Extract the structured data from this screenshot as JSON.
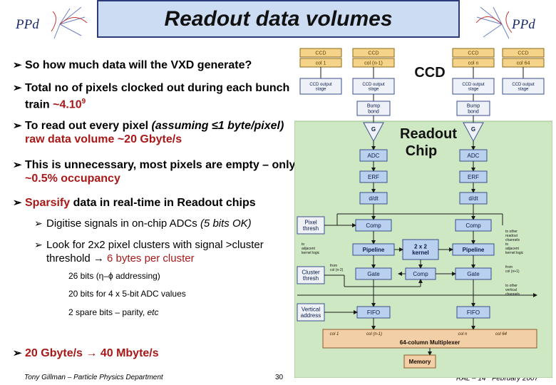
{
  "header": {
    "title": "Readout data volumes",
    "logo_text": "PPd"
  },
  "bullets": [
    {
      "parts": [
        {
          "t": "So how much data will the VXD generate?"
        }
      ]
    },
    {
      "parts": [
        {
          "t": "Total no of pixels clocked out during each bunch train "
        },
        {
          "t": "~4.10",
          "c": "red"
        },
        {
          "t": "9",
          "c": "red",
          "sup": true
        }
      ]
    },
    {
      "parts": [
        {
          "t": "To read out every pixel "
        },
        {
          "t": "(assuming ≤1 byte/pixel)",
          "c": "it"
        },
        {
          "t": " raw data volume ~20 Gbyte/s",
          "c": "red"
        }
      ]
    },
    {
      "parts": [
        {
          "t": "This is unnecessary, most pixels are empty – only "
        },
        {
          "t": "~0.5% occupancy",
          "c": "red"
        }
      ]
    },
    {
      "parts": [
        {
          "t": "Sparsify",
          "c": "red"
        },
        {
          "t": " data in real-time in Readout chips"
        }
      ]
    },
    {
      "parts": [
        {
          "t": "20 Gbyte/s → 40 Mbyte/s",
          "c": "red"
        }
      ]
    }
  ],
  "sub_bullets": [
    {
      "parts": [
        {
          "t": "Digitise signals in on-chip ADCs "
        },
        {
          "t": "(5 bits OK)",
          "c": "it"
        }
      ]
    },
    {
      "parts": [
        {
          "t": "Look for 2x2 pixel clusters with signal >cluster threshold → "
        },
        {
          "t": "6 bytes per cluster",
          "c": "red"
        }
      ]
    }
  ],
  "notes": [
    {
      "parts": [
        {
          "t": "26 bits (η–ϕ addressing)"
        }
      ]
    },
    {
      "parts": [
        {
          "t": "20 bits for 4 x 5-bit ADC values"
        }
      ]
    },
    {
      "parts": [
        {
          "t": "2 spare bits – parity, "
        },
        {
          "t": "etc",
          "c": "it"
        }
      ]
    }
  ],
  "footer": {
    "author": "Tony Gillman – Particle Physics Department",
    "page": "30",
    "date_prefix": "RAL – 14",
    "date_sup": "th",
    "date_suffix": " February 2007"
  },
  "diagram": {
    "ccd_label": "CCD",
    "chip_label": "Readout Chip",
    "chip_label_line1": "Readout",
    "chip_label_line2": "Chip",
    "ccd_cols": [
      {
        "top": "CCD",
        "col": "col 1",
        "stage": "CCD output stage"
      },
      {
        "top": "CCD",
        "col": "col (n-1)",
        "stage": "CCD output stage"
      },
      {
        "top": "CCD",
        "col": "col n",
        "stage": "CCD output stage"
      },
      {
        "top": "CCD",
        "col": "col 64",
        "stage": "CCD output stage"
      }
    ],
    "bump_bond": "Bump bond",
    "amp": "G",
    "adc": "ADC",
    "erf": "ERF",
    "ddt": "d/dt",
    "comp": "Comp",
    "pipeline": "Pipeline",
    "kernel": "2 x 2 kernel",
    "gate": "Gate",
    "fifo": "FIFO",
    "pixel_thresh": "Pixel thresh",
    "cluster_thresh": "Cluster thresh",
    "vertical_address": "Vertical address",
    "to_adjacent": "to adjacent kernel logic",
    "to_other_channels": "to other readout channels to adjacent kernel logic",
    "from_col": "from col (n-2)",
    "from_col2": "from col (n+1)",
    "other_vertical": "to other vertical channels",
    "mux": "64-column Multiplexer",
    "mux_cols": [
      "col 1",
      "col (n-1)",
      "col n",
      "col 64"
    ],
    "memory": "Memory"
  }
}
